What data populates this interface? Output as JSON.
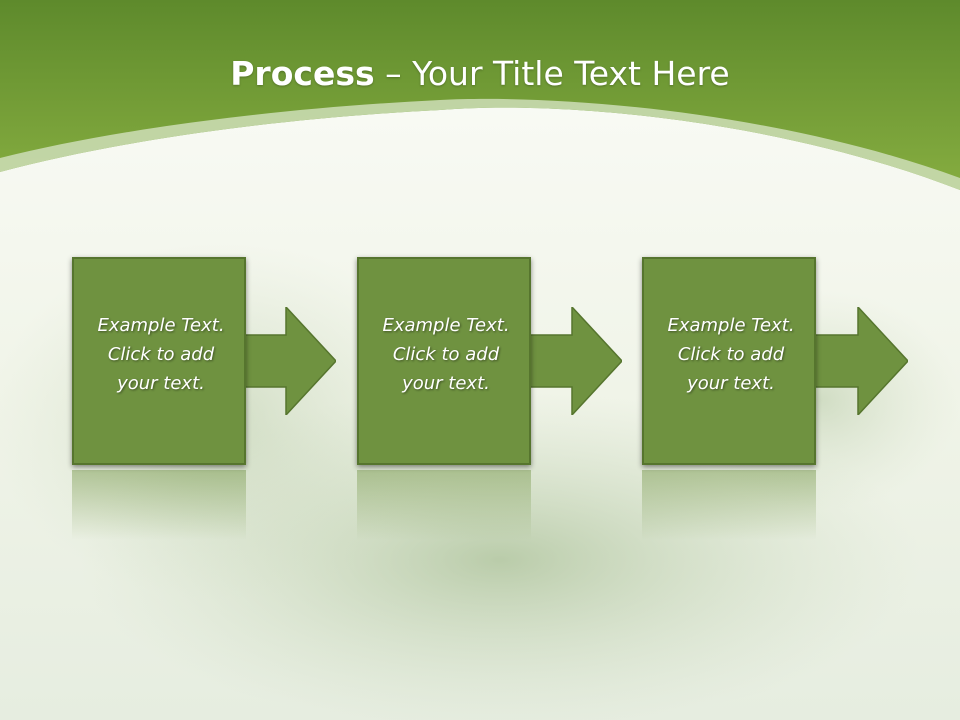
{
  "slide": {
    "title_bold": "Process",
    "title_rest": " – Your Title Text Here"
  },
  "steps": [
    {
      "line1": "Example Text.",
      "line2": "Click  to add",
      "line3": "your text."
    },
    {
      "line1": "Example Text.",
      "line2": "Click  to add",
      "line3": "your text."
    },
    {
      "line1": "Example Text.",
      "line2": "Click  to add",
      "line3": "your text."
    }
  ],
  "colors": {
    "header_green": "#7aa33e",
    "box_fill": "#6f9240",
    "box_border": "#56752e",
    "arrow_fill": "#6f9240"
  }
}
